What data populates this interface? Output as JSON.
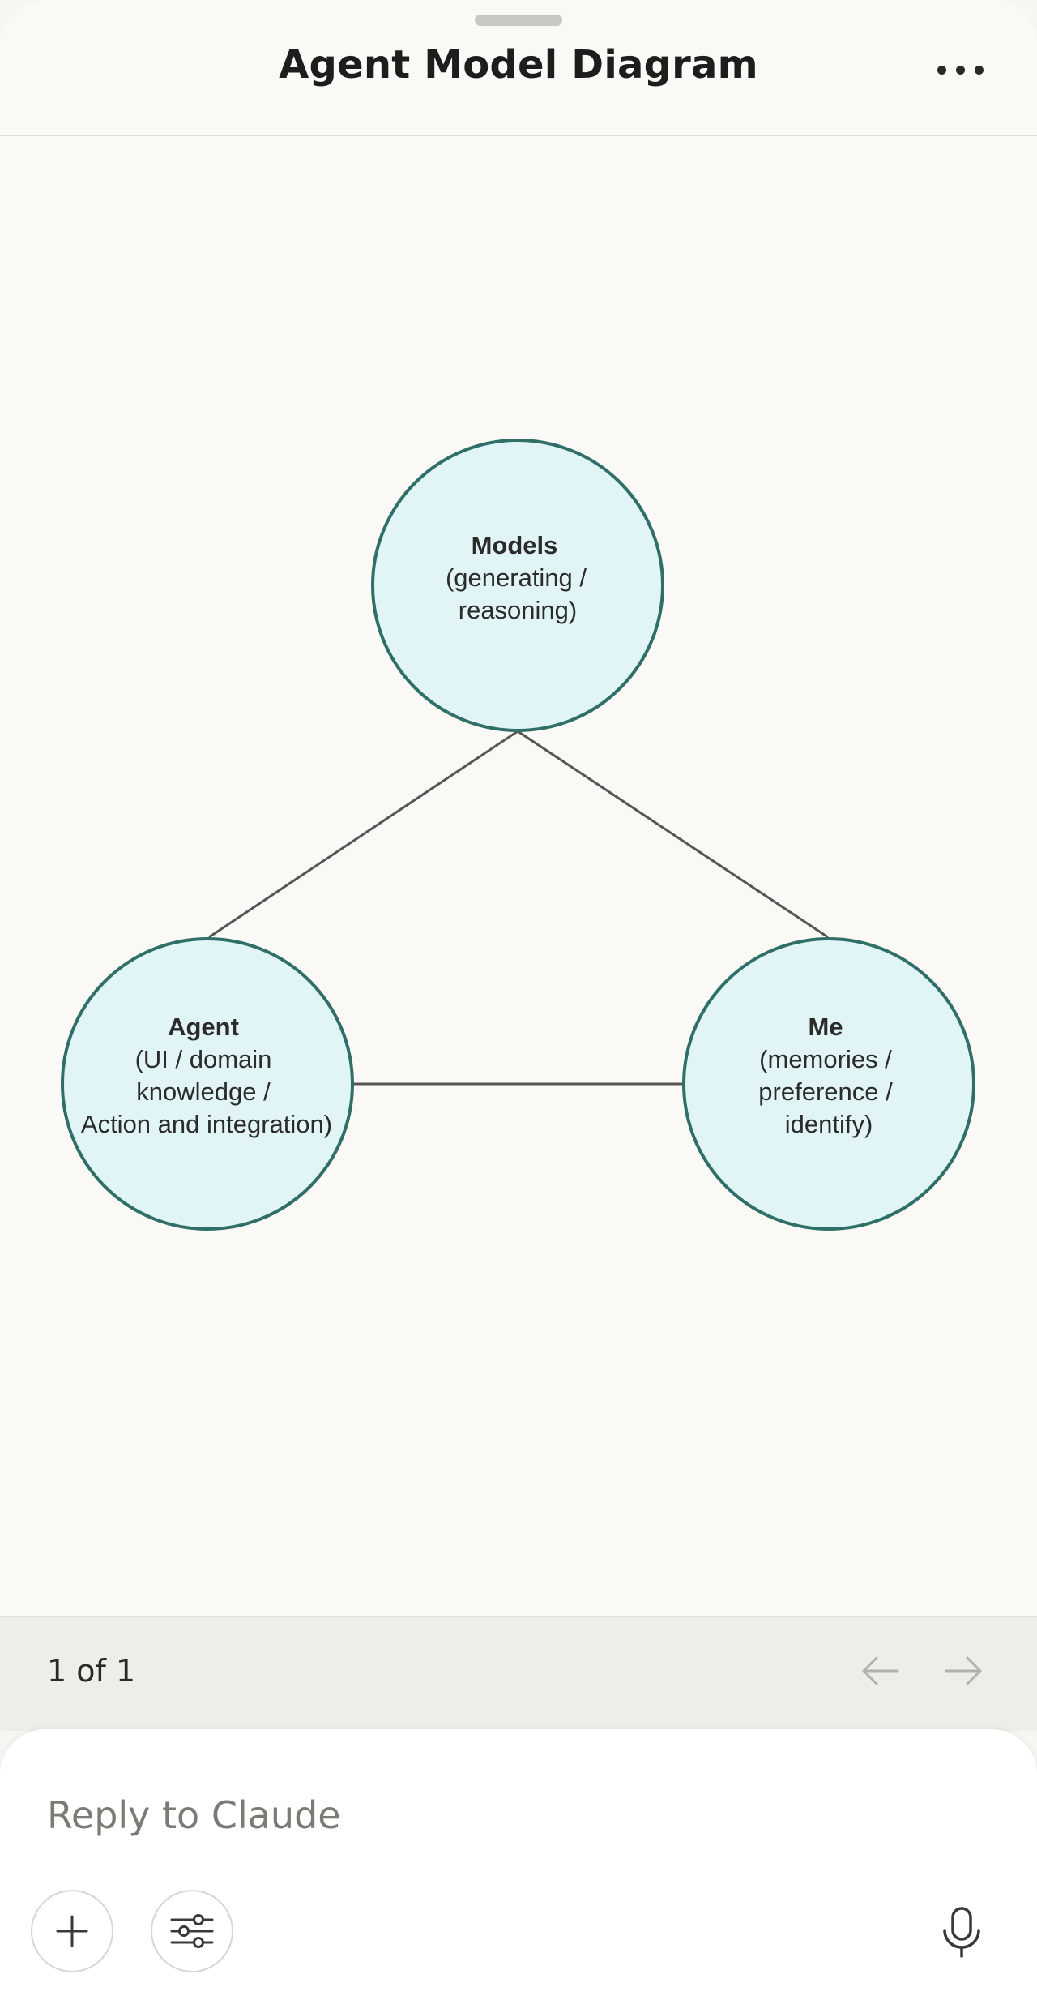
{
  "header": {
    "title": "Agent Model Diagram",
    "menu_icon": "more-horizontal-icon"
  },
  "diagram": {
    "nodes": [
      {
        "id": "models",
        "title": "Models",
        "lines": [
          "(generating /",
          "reasoning)"
        ]
      },
      {
        "id": "agent",
        "title": "Agent",
        "lines": [
          "(UI / domain",
          "knowledge /",
          "Action and integration)"
        ]
      },
      {
        "id": "me",
        "title": "Me",
        "lines": [
          "(memories /",
          "preference /",
          "identify)"
        ]
      }
    ],
    "edges": [
      {
        "from": "models",
        "to": "agent"
      },
      {
        "from": "models",
        "to": "me"
      },
      {
        "from": "agent",
        "to": "me"
      }
    ],
    "colors": {
      "node_fill": "#e1f4f6",
      "node_stroke": "#2f6f68",
      "edge": "#555555",
      "text": "#2b2b2b"
    }
  },
  "pager": {
    "label": "1 of 1",
    "prev_icon": "arrow-left-icon",
    "next_icon": "arrow-right-icon"
  },
  "composer": {
    "placeholder": "Reply to Claude",
    "add_icon": "plus-icon",
    "settings_icon": "sliders-icon",
    "mic_icon": "microphone-icon"
  }
}
